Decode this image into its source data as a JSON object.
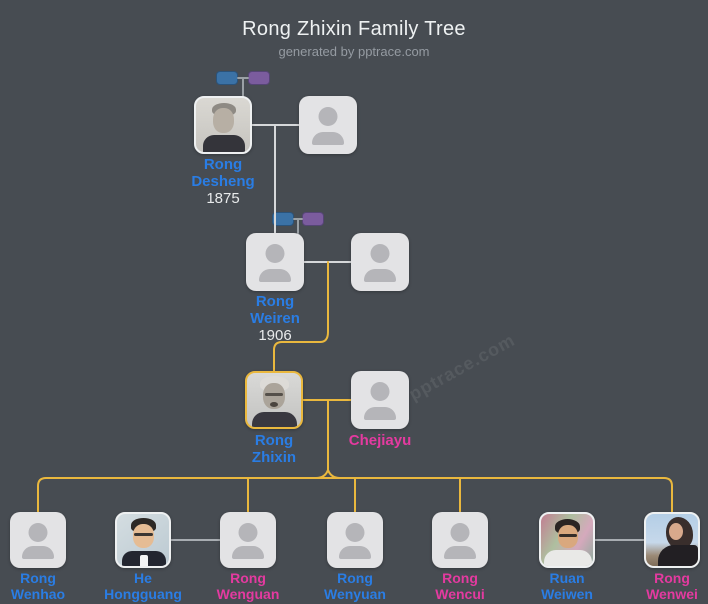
{
  "header": {
    "title": "Rong Zhixin Family Tree",
    "subtitle": "generated by pptrace.com"
  },
  "watermark": "pptrace.com",
  "colors": {
    "background": "#474c52",
    "title_text": "#eef1f2",
    "subtitle_text": "#959ba2",
    "male_name": "#2a7de4",
    "female_name": "#e43aa0",
    "year_text": "#e8eaeb",
    "line_descent": "#eab83e",
    "line_spouse_light": "#d6d8da",
    "line_spouse_gray": "#a8adb2",
    "line_mini": "#9aa0a5",
    "ancestor_icon_male": "#3b72a6",
    "ancestor_icon_female": "#7b5c9e",
    "highlight_border": "#eab83e",
    "card_placeholder_bg": "#e3e3e5",
    "card_placeholder_icon": "#b5b5b9"
  },
  "people": {
    "rong_desheng": {
      "name": "Rong\nDesheng",
      "year": "1875",
      "color": "#2a7de4"
    },
    "rong_weiren": {
      "name": "Rong\nWeiren",
      "year": "1906",
      "color": "#2a7de4"
    },
    "rong_zhixin": {
      "name": "Rong\nZhixin",
      "color": "#2a7de4"
    },
    "chejiayu": {
      "name": "Chejiayu",
      "color": "#e43aa0"
    },
    "rong_wenhao": {
      "name": "Rong\nWenhao",
      "color": "#2a7de4"
    },
    "he_hongguang": {
      "name": "He\nHongguang",
      "color": "#2a7de4"
    },
    "rong_wenguan": {
      "name": "Rong\nWenguan",
      "color": "#e43aa0"
    },
    "rong_wenyuan": {
      "name": "Rong\nWenyuan",
      "color": "#2a7de4"
    },
    "rong_wencui": {
      "name": "Rong\nWencui",
      "color": "#e43aa0"
    },
    "ruan_weiwen": {
      "name": "Ruan\nWeiwen",
      "color": "#2a7de4"
    },
    "rong_wenwei": {
      "name": "Rong\nWenwei",
      "color": "#e43aa0"
    }
  }
}
